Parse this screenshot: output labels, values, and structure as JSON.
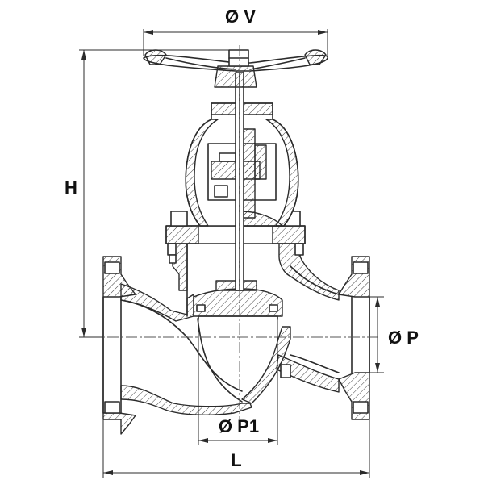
{
  "labels": {
    "dia_v": "Ø V",
    "height": "H",
    "dia_p": "Ø P",
    "dia_p1": "Ø P1",
    "length": "L"
  }
}
